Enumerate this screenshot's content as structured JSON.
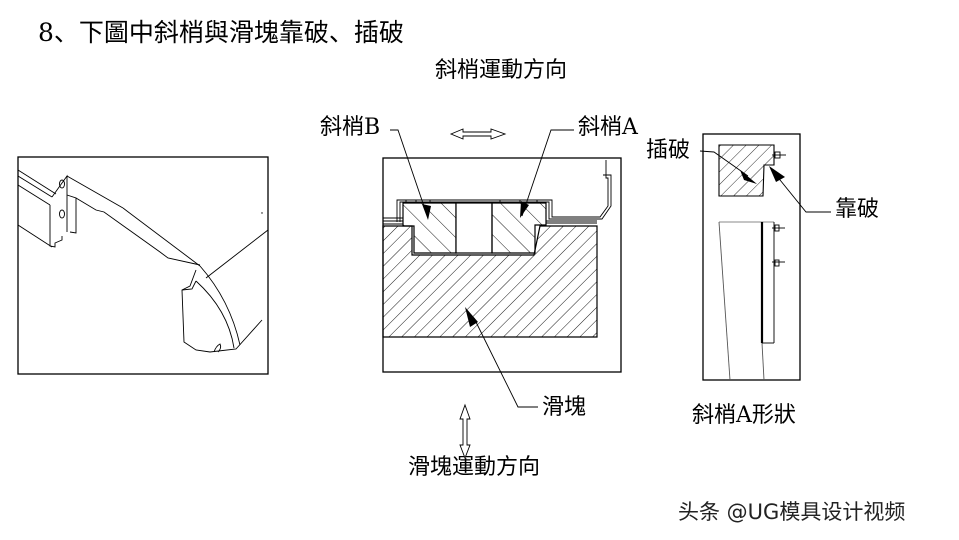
{
  "title": "8、下圖中斜梢與滑塊靠破、插破",
  "labels": {
    "lifter_motion": "斜梢運動方向",
    "lifter_b": "斜梢B",
    "lifter_a": "斜梢A",
    "insert_shutoff": "插破",
    "contact_shutoff": "靠破",
    "slider": "滑塊",
    "slider_motion": "滑塊運動方向",
    "lifter_a_shape": "斜梢A形狀"
  },
  "watermark": "头条 @UG模具设计视频",
  "icons": {
    "horizontal_arrow": "double-arrow-horizontal",
    "vertical_arrow": "double-arrow-vertical"
  }
}
